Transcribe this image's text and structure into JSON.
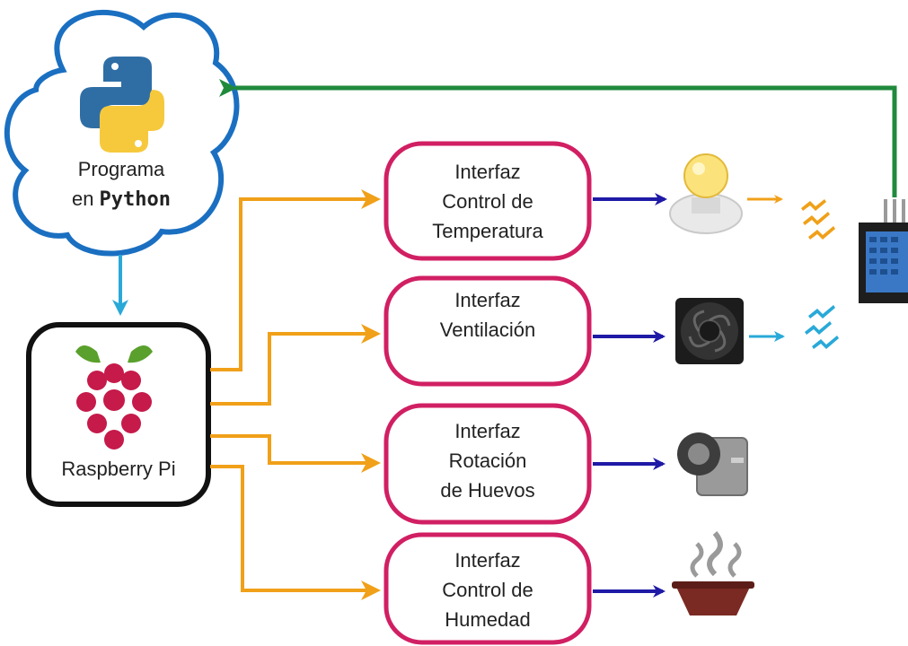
{
  "cloud": {
    "line1": "Programa",
    "line2_prefix": "en ",
    "line2_bold": "Python"
  },
  "pi": {
    "label": "Raspberry Pi"
  },
  "interfaces": [
    {
      "lines": [
        "Interfaz",
        "Control de",
        "Temperatura"
      ]
    },
    {
      "lines": [
        "Interfaz",
        "Ventilación"
      ]
    },
    {
      "lines": [
        "Interfaz",
        "Rotación",
        "de Huevos"
      ]
    },
    {
      "lines": [
        "Interfaz",
        "Control de",
        "Humedad"
      ]
    }
  ],
  "colors": {
    "cloud_stroke": "#1a6fc1",
    "pi_stroke": "#111111",
    "interface_stroke": "#d11f63",
    "orange_arrow": "#f0a019",
    "blue_arrow": "#1f1aa6",
    "feedback_arrow": "#1f8a3c",
    "cyan_arrow": "#29a9d8"
  },
  "icons": [
    "python-logo-icon",
    "raspberry-pi-logo-icon",
    "light-bulb-icon",
    "fan-icon",
    "stepper-motor-icon",
    "steaming-bowl-icon",
    "dht-sensor-icon",
    "heat-wave-icon",
    "air-wave-icon"
  ]
}
